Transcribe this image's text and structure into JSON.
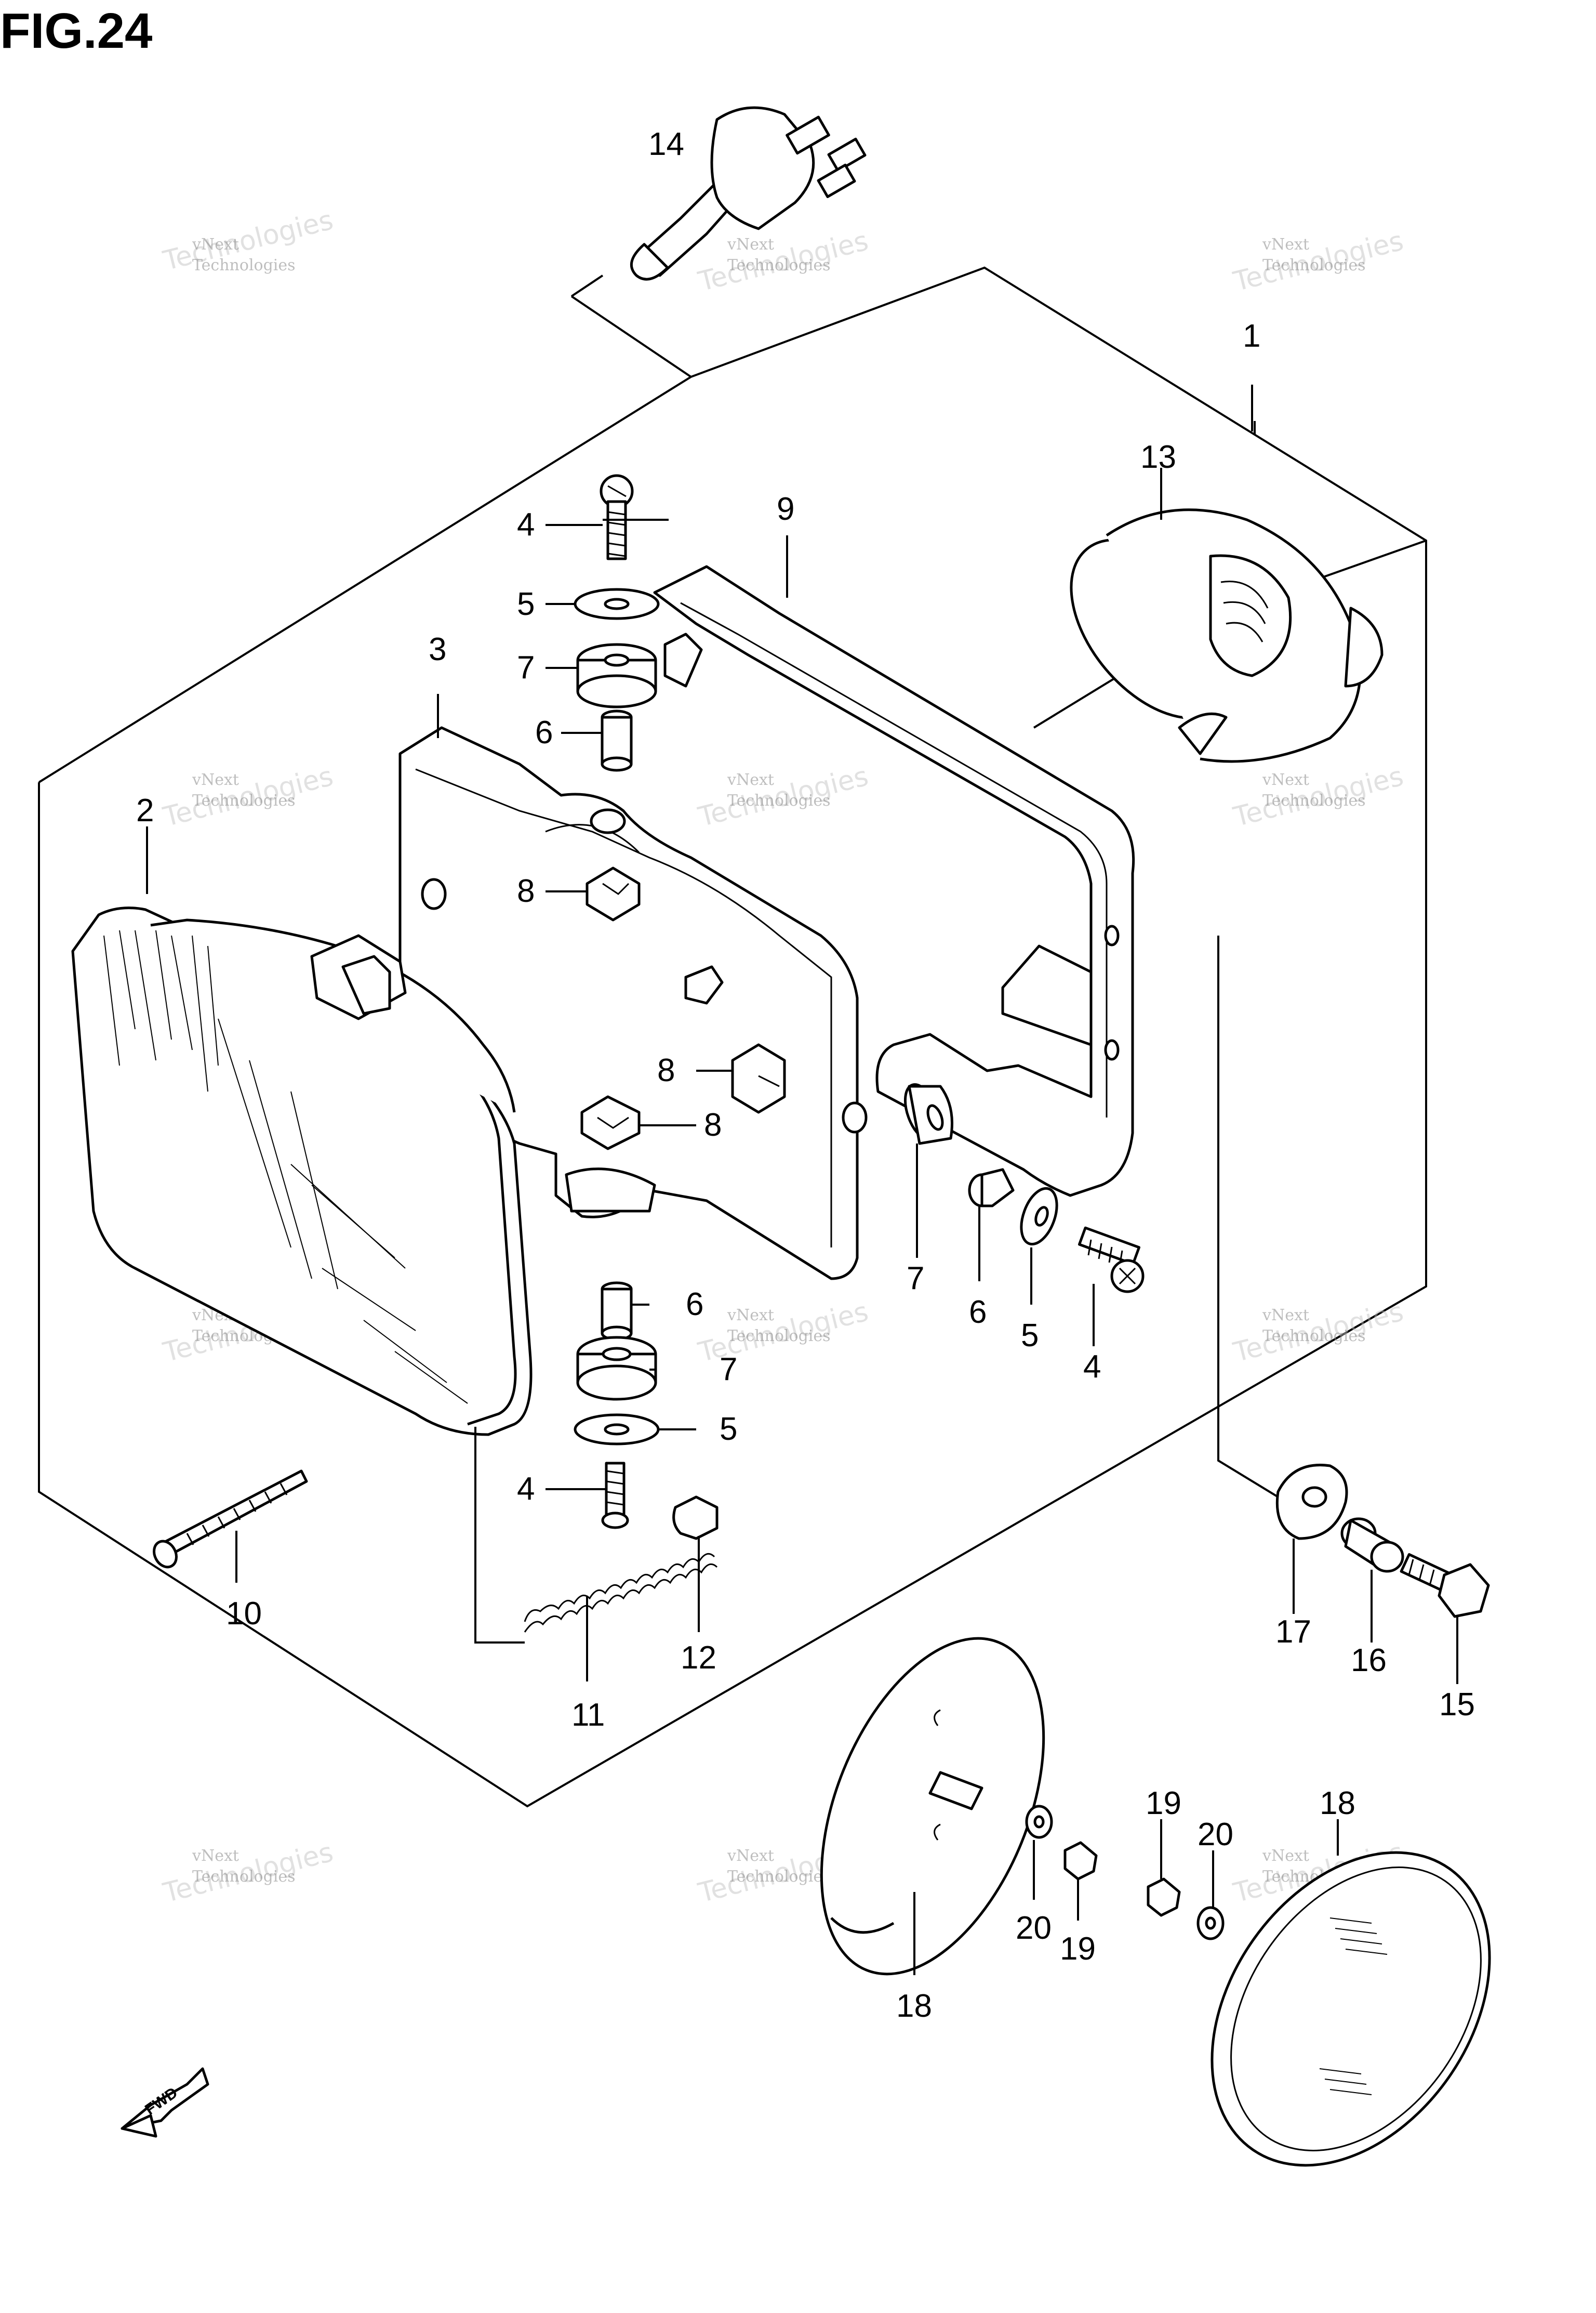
{
  "figure": {
    "title": "FIG.24",
    "fwd_label": "FWD"
  },
  "watermark": {
    "line1": "vNext",
    "line2": "Technologies",
    "big": "Technologies"
  },
  "callouts": {
    "c1": "1",
    "c2": "2",
    "c3": "3",
    "c4a": "4",
    "c4b": "4",
    "c4c": "4",
    "c5a": "5",
    "c5b": "5",
    "c5c": "5",
    "c6a": "6",
    "c6b": "6",
    "c6c": "6",
    "c7a": "7",
    "c7b": "7",
    "c7c": "7",
    "c8a": "8",
    "c8b": "8",
    "c8c": "8",
    "c9": "9",
    "c10": "10",
    "c11": "11",
    "c12": "12",
    "c13": "13",
    "c14": "14",
    "c15": "15",
    "c16": "16",
    "c17": "17",
    "c18a": "18",
    "c18b": "18",
    "c19a": "19",
    "c19b": "19",
    "c20a": "20",
    "c20b": "20"
  }
}
